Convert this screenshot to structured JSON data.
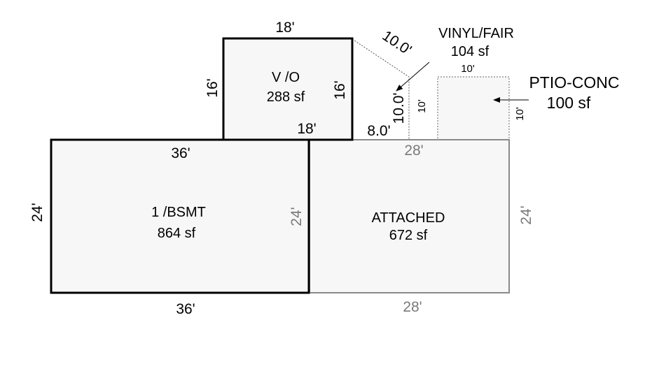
{
  "areas": {
    "vo": {
      "label": "V /O",
      "area": "288 sf",
      "dim_top": "18'",
      "dim_left": "16'",
      "dim_right": "16'",
      "dim_bottom": "18'"
    },
    "bsmt": {
      "label": "1 /BSMT",
      "area": "864 sf",
      "dim_top": "36'",
      "dim_bottom": "36'",
      "dim_left": "24'",
      "dim_right": "24'"
    },
    "attached": {
      "label": "ATTACHED",
      "area": "672 sf",
      "dim_top": "28'",
      "dim_bottom": "28'",
      "dim_right": "24'"
    },
    "vinyl": {
      "label": "VINYL/FAIR",
      "area": "104 sf",
      "dim_diag": "10.0'",
      "dim_left": "10.0'",
      "dim_right": "10'",
      "dim_bottom": "8.0'"
    },
    "patio": {
      "label": "PTIO-CONC",
      "area": "100 sf",
      "dim_top": "10'",
      "dim_right": "10'"
    }
  },
  "colors": {
    "dark_line": "#000000",
    "gray_line": "#8a8a8a",
    "fill": "#f7f7f7"
  }
}
